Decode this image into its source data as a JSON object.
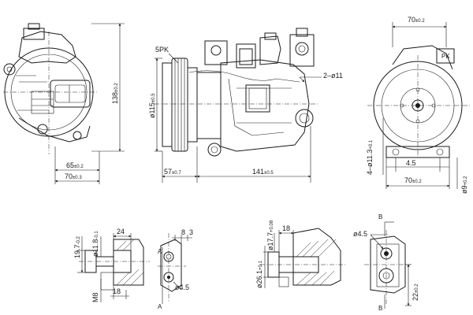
{
  "side_view": {
    "height_main": "138",
    "height_main_tol": "±0.2",
    "width_65": "65",
    "width_65_tol": "±0.2",
    "width_70": "70",
    "width_70_tol": "±0.3"
  },
  "front_view": {
    "belt": "5PK",
    "dia_115": "ø115",
    "dia_115_tol": "±0.5",
    "len_57": "57",
    "len_57_tol": "±0.7",
    "len_141": "141",
    "len_141_tol": "±0.5",
    "holes": "2–ø11"
  },
  "rear_view": {
    "width_top": "70",
    "width_top_tol": "±0.2",
    "holes": "4–ø11.3",
    "holes_tol": "+0.1",
    "offset": "4.5",
    "width_bottom": "70",
    "width_bottom_tol": "±0.2",
    "dia_9": "ø9",
    "dia_9_tol": "+0.2"
  },
  "port_left": {
    "dia_19": "19.7",
    "dia_19_tol": "-0.2",
    "dia_11": "ø11.8",
    "dia_11_tol": "-0.1",
    "len_24": "24",
    "thread": "M8",
    "len_18": "18"
  },
  "section_a": {
    "w_8": "8",
    "w_3": "3",
    "letter": "A",
    "dia_45": "ø4.5"
  },
  "port_right": {
    "dia_17": "ø17.7",
    "dia_17_tol": "+0.08",
    "len_18": "18",
    "dia_26": "ø26.1",
    "dia_26_tol": "+0.1"
  },
  "section_b": {
    "letter": "B",
    "dia_45": "ø4.5",
    "len_22": "22",
    "len_22_tol": "±0.2"
  }
}
